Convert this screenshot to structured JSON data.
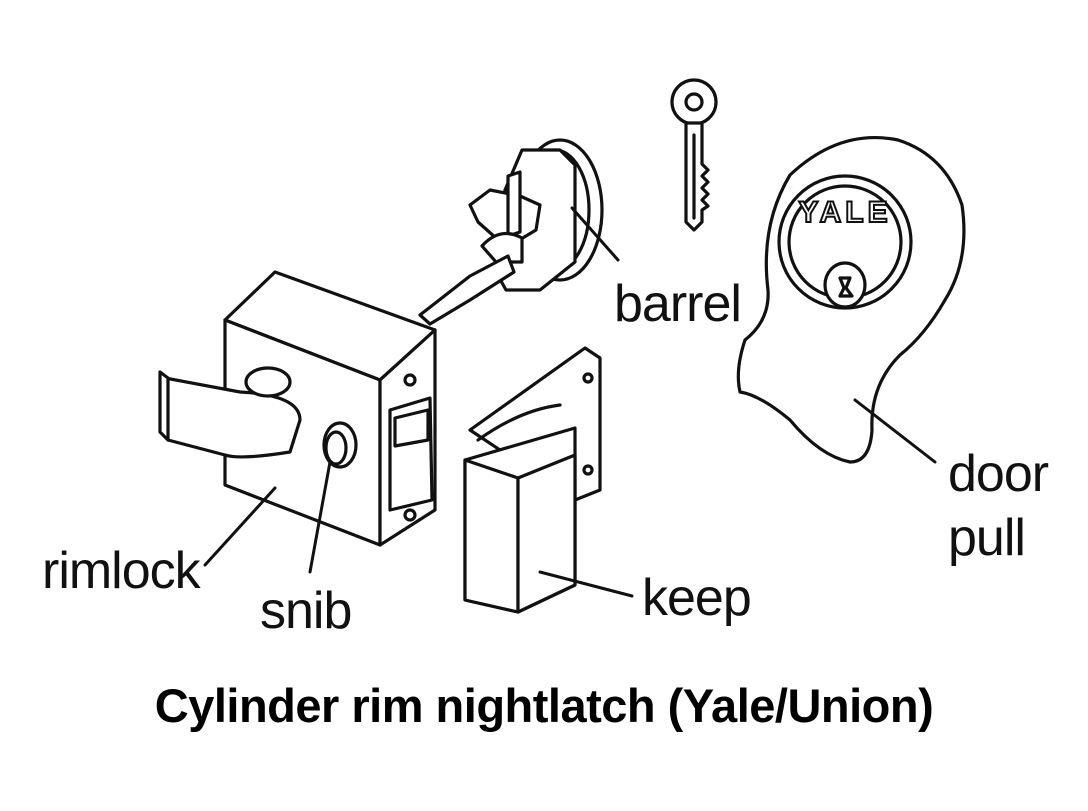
{
  "caption": "Cylinder rim nightlatch (Yale/Union)",
  "labels": {
    "barrel": "barrel",
    "door": "door",
    "pull": "pull",
    "rimlock": "rimlock",
    "snib": "snib",
    "keep": "keep"
  },
  "brand_text": "YALE",
  "colors": {
    "ink": "#111111",
    "background": "#ffffff"
  }
}
